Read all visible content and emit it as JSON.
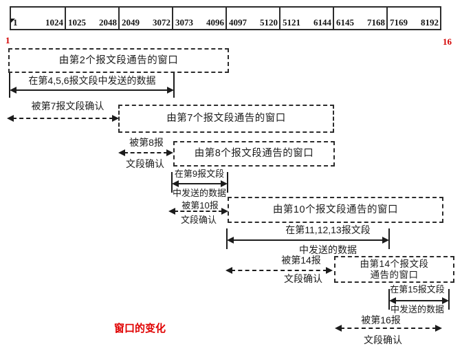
{
  "ruler": {
    "left_marker": "1",
    "right_marker": "16",
    "cells": [
      {
        "start": "1",
        "end": "1024"
      },
      {
        "start": "1025",
        "end": "2048"
      },
      {
        "start": "2049",
        "end": "3072"
      },
      {
        "start": "3073",
        "end": "4096"
      },
      {
        "start": "4097",
        "end": "5120"
      },
      {
        "start": "5121",
        "end": "6144"
      },
      {
        "start": "6145",
        "end": "7168"
      },
      {
        "start": "7169",
        "end": "8192"
      }
    ]
  },
  "windows": [
    {
      "label": "由第2个报文段通告的窗口"
    },
    {
      "label": "由第7个报文段通告的窗口"
    },
    {
      "label": "由第8个报文段通告的窗口"
    },
    {
      "label": "由第10个报文段通告的窗口"
    },
    {
      "line1": "由第14个报文段",
      "line2": "通告的窗口"
    }
  ],
  "data_sent": [
    {
      "label": "在第4,5,6报文段中发送的数据"
    },
    {
      "line1": "在第9报文段",
      "line2": "中发送的数据"
    },
    {
      "line1": "在第11,12,13报文段",
      "line2": "中发送的数据"
    },
    {
      "line1": "在第15报文段",
      "line2": "中发送的数据"
    }
  ],
  "acks": [
    {
      "label": "被第7报文段确认"
    },
    {
      "line1": "被第8报",
      "line2": "文段确认"
    },
    {
      "line1": "被第10报",
      "line2": "文段确认"
    },
    {
      "line1": "被第14报",
      "line2": "文段确认"
    },
    {
      "line1": "被第16报",
      "line2": "文段确认"
    }
  ],
  "caption": "窗口的变化",
  "colors": {
    "ink": "#1c1c1c",
    "red": "#d40000"
  }
}
